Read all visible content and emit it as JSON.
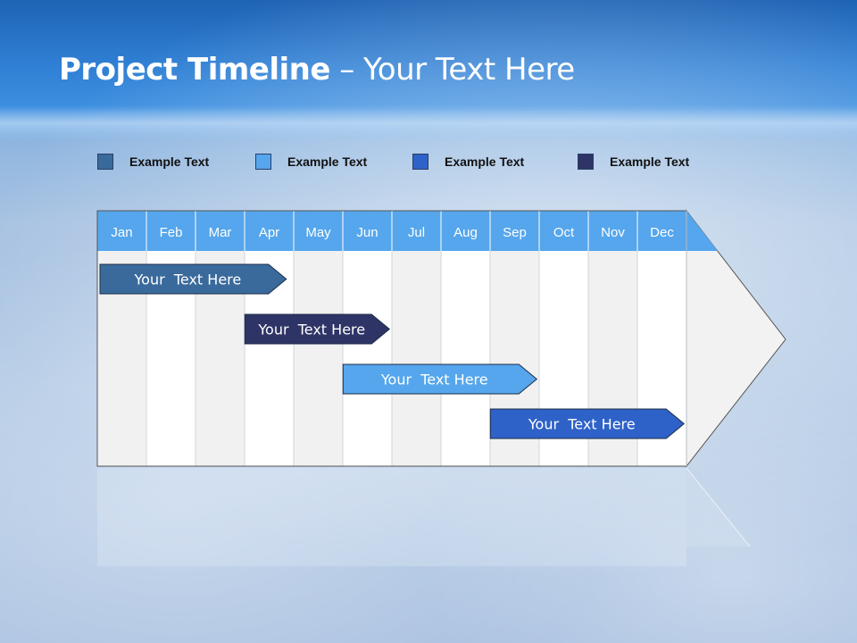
{
  "slide": {
    "title_bold": "Project Timeline",
    "title_rest": " – Your Text Here"
  },
  "legend": [
    {
      "label": "Example Text",
      "color": "#3a6a9c"
    },
    {
      "label": "Example Text",
      "color": "#55a6ec"
    },
    {
      "label": "Example Text",
      "color": "#2e62c8"
    },
    {
      "label": "Example Text",
      "color": "#2e3466"
    }
  ],
  "timeline": {
    "months": [
      "Jan",
      "Feb",
      "Mar",
      "Apr",
      "May",
      "Jun",
      "Jul",
      "Aug",
      "Sep",
      "Oct",
      "Nov",
      "Dec"
    ],
    "header_color": "#55a6ec",
    "tasks": [
      {
        "label": "Your  Text Here",
        "start_month": 0.0,
        "end_month": 3.85,
        "color": "#3a6a9c"
      },
      {
        "label": "Your  Text Here",
        "start_month": 2.95,
        "end_month": 5.95,
        "color": "#2e3466"
      },
      {
        "label": "Your  Text Here",
        "start_month": 4.95,
        "end_month": 8.95,
        "color": "#55a6ec"
      },
      {
        "label": "Your  Text Here",
        "start_month": 7.95,
        "end_month": 11.95,
        "color": "#2e62c8"
      }
    ]
  }
}
